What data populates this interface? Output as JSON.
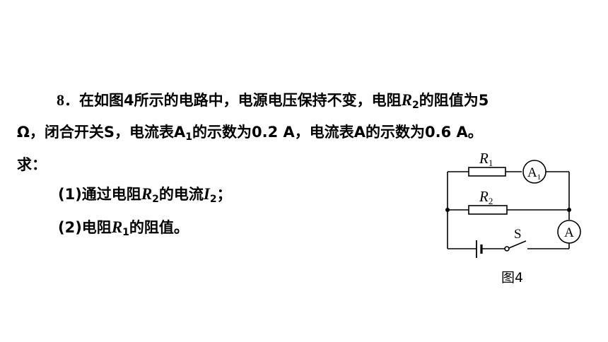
{
  "problem": {
    "line1": {
      "number": "8",
      "sep": "．",
      "text_a": "在如图4所示的电路中，电源电压保持不变，电阻",
      "var": "R",
      "var_sub": "2",
      "text_b": "的阻值为5"
    },
    "line2": {
      "text_a": "Ω，闭合开关S，电流表A",
      "sub": "1",
      "text_b": "的示数为0.2 A，电流表A的示数为0.6 A。"
    },
    "line3": {
      "text": "求："
    },
    "sub1": {
      "prefix": "(1)通过电阻",
      "var": "R",
      "var_sub": "2",
      "mid": "的电流",
      "var2": "I",
      "var2_sub": "2",
      "suffix": "；"
    },
    "sub2": {
      "prefix": "(2)电阻",
      "var": "R",
      "var_sub": "1",
      "suffix": "的阻值。"
    }
  },
  "figure": {
    "caption": "图4",
    "labels": {
      "r1": "R",
      "r1_sub": "1",
      "r2": "R",
      "r2_sub": "2",
      "ammeter_a1": "A",
      "ammeter_a1_sub": "1",
      "ammeter_a": "A",
      "switch": "S"
    }
  }
}
